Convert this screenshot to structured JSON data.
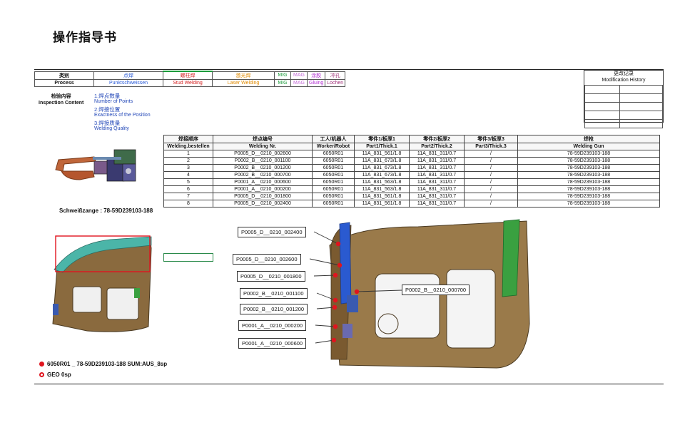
{
  "title": "操作指导书",
  "process_header": {
    "row1": [
      "类别",
      "点焊",
      "螺柱焊",
      "激光焊",
      "MIG",
      "MAG",
      "涂胶",
      "冲孔"
    ],
    "row2": [
      "Process",
      "Punktschweissen",
      "Stud Welding",
      "Laser Welding",
      "MIG",
      "MAG",
      "Gluing",
      "Lochen"
    ],
    "colors": [
      "#111111",
      "#2a5bd7",
      "#d42020",
      "#e08a00",
      "#1a9a3a",
      "#c46ad8",
      "#b02ad0",
      "#a0307a"
    ]
  },
  "modification": {
    "zh": "更改记录",
    "en": "Modification History"
  },
  "inspection": {
    "label_zh": "检验内容",
    "label_en": "Inspection Content",
    "items": [
      {
        "zh": "1.焊点数量",
        "en": "Number of Points"
      },
      {
        "zh": "2.焊接位置",
        "en": "Exactness of the Position"
      },
      {
        "zh": "3.焊接质量",
        "en": "Welding Quality"
      }
    ]
  },
  "welding_table": {
    "headers_zh": [
      "焊接顺序",
      "焊点编号",
      "工人/机器人",
      "零件1/板厚1",
      "零件2/板厚2",
      "零件3/板厚3",
      "焊枪"
    ],
    "headers_en": [
      "Welding.bestellen",
      "Welding Nr.",
      "Worker/Robot",
      "Part1/Thick.1",
      "Part2/Thick.2",
      "Part3/Thick.3",
      "Welding Gun"
    ],
    "rows": [
      [
        "1",
        "P0005_D__0210_002600",
        "6050R01",
        "11A_831_561/1.8",
        "11A_831_311/0.7",
        "/",
        "78-59D239103-188"
      ],
      [
        "2",
        "P0002_B__0210_001100",
        "6050R01",
        "11A_831_673/1.8",
        "11A_831_311/0.7",
        "/",
        "78-59D239103-188"
      ],
      [
        "3",
        "P0002_B__0210_001200",
        "6050R01",
        "11A_831_673/1.8",
        "11A_831_311/0.7",
        "/",
        "78-59D239103-188"
      ],
      [
        "4",
        "P0002_B__0210_000700",
        "6050R01",
        "11A_831_673/1.8",
        "11A_831_311/0.7",
        "/",
        "78-59D239103-188"
      ],
      [
        "5",
        "P0001_A__0210_000600",
        "6050R01",
        "11A_831_563/1.8",
        "11A_831_311/0.7",
        "/",
        "78-59D239103-188"
      ],
      [
        "6",
        "P0001_A__0210_000200",
        "6050R01",
        "11A_831_563/1.8",
        "11A_831_311/0.7",
        "/",
        "78-59D239103-188"
      ],
      [
        "7",
        "P0005_D__0210_001800",
        "6050R01",
        "11A_831_561/1.8",
        "11A_831_311/0.7",
        "/",
        "78-59D239103-188"
      ],
      [
        "8",
        "P0005_D__0210_002400",
        "6050R01",
        "11A_831_561/1.8",
        "11A_831_311/0.7",
        "/",
        "78-59D239103-188"
      ]
    ]
  },
  "gun_label": "Schweißzange : 78-59D239103-188",
  "callouts": [
    "P0005_D__0210_002400",
    "P0005_D__0210_002600",
    "P0005_D__0210_001800",
    "P0002_B__0210_001100",
    "P0002_B__0210_001200",
    "P0001_A__0210_000200",
    "P0001_A__0210_000600",
    "P0002_B__0210_000700"
  ],
  "legend": {
    "spot": "6050R01 _ 78-59D239103-188 SUM:AUS_8sp",
    "geo": "GEO  0sp",
    "spot_color": "#e0141e",
    "geo_color": "#e0141e"
  }
}
